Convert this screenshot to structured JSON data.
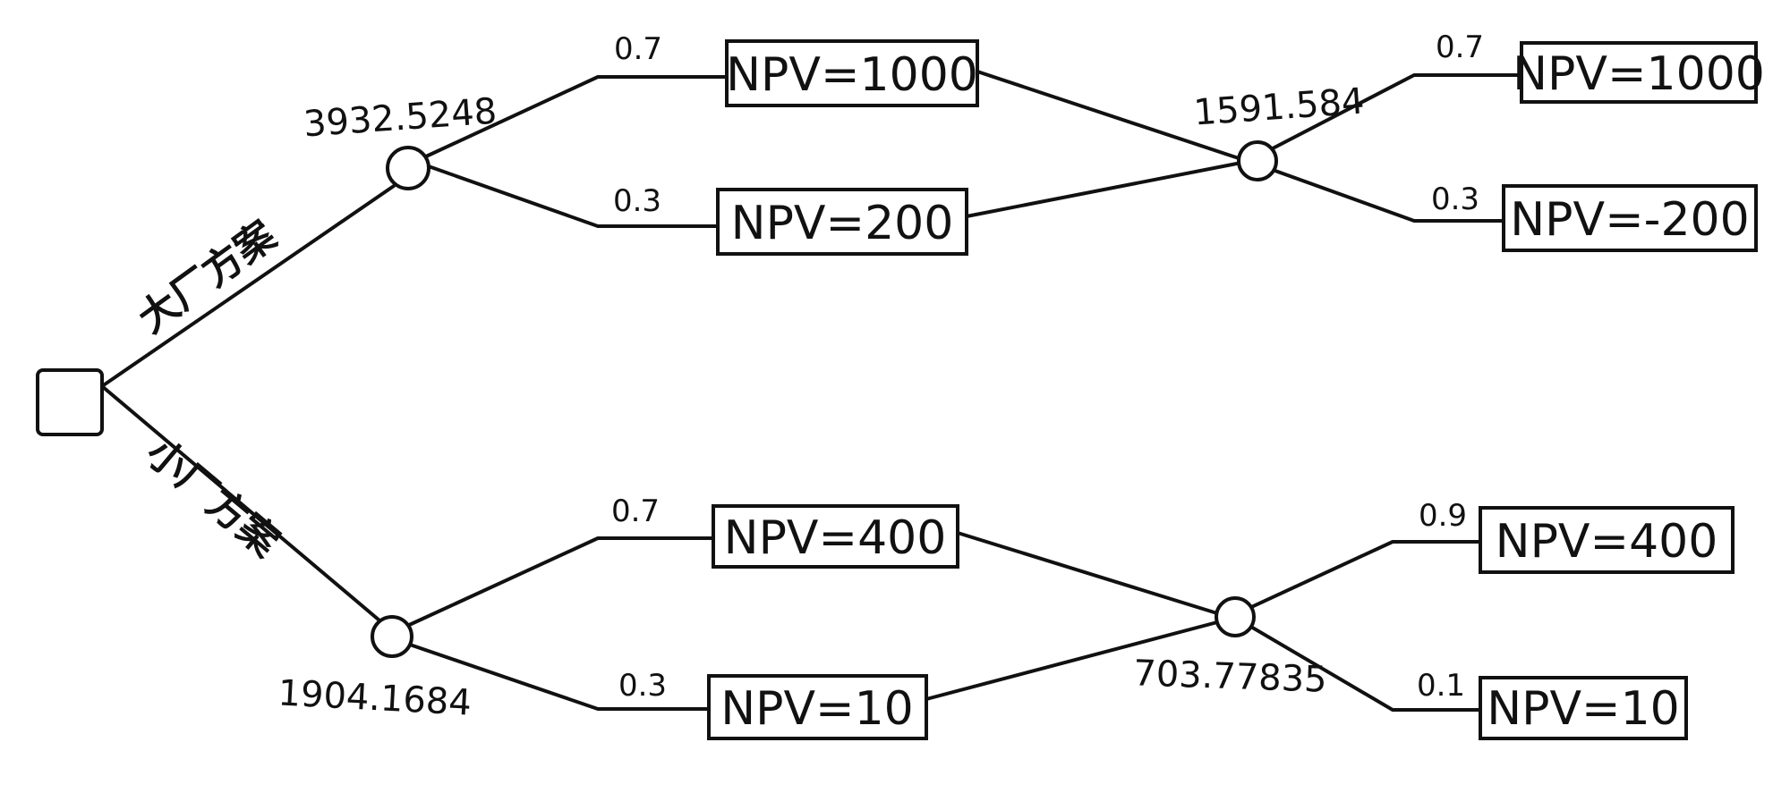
{
  "decision_tree": {
    "branches": {
      "large": {
        "label": "大厂方案"
      },
      "small": {
        "label": "小厂方案"
      }
    },
    "expected_values": {
      "large_first": "3932.5248",
      "large_second": "1591.584",
      "small_first": "1904.1684",
      "small_second": "703.77835"
    },
    "probabilities": {
      "large_first_high": "0.7",
      "large_first_low": "0.3",
      "large_second_high": "0.7",
      "large_second_low": "0.3",
      "small_first_high": "0.7",
      "small_first_low": "0.3",
      "small_second_high": "0.9",
      "small_second_low": "0.1"
    },
    "outcomes": {
      "large_first_high": "NPV=1000",
      "large_first_low": "NPV=200",
      "large_second_high": "NPV=1000",
      "large_second_low": "NPV=-200",
      "small_first_high": "NPV=400",
      "small_first_low": "NPV=10",
      "small_second_high": "NPV=400",
      "small_second_low": "NPV=10"
    }
  }
}
